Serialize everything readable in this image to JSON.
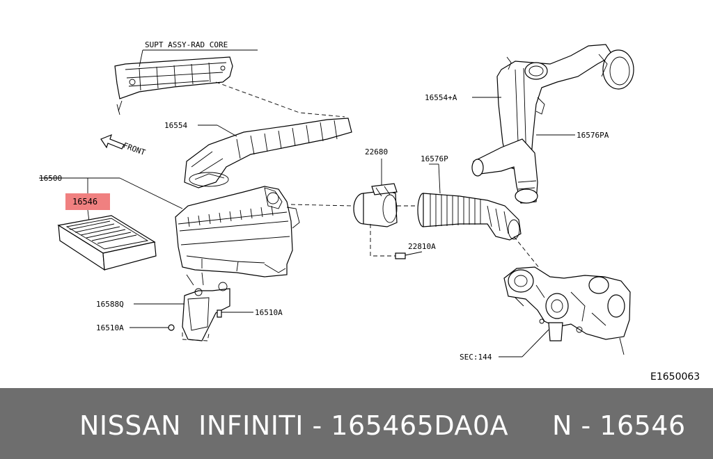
{
  "diagram": {
    "ref_code": "E1650063",
    "highlight_color": "#f08080",
    "labels": {
      "supt": "SUPT ASSY-RAD CORE",
      "front": "FRONT",
      "p16554": "16554",
      "p16500": "16500",
      "p16546": "16546",
      "p22680": "22680",
      "p16576p": "16576P",
      "p22810a": "22810A",
      "p16554a": "16554+A",
      "p16576pa": "16576PA",
      "p16588q": "16588Q",
      "p16510a_right": "16510A",
      "p16510a_left": "16510A",
      "sec144": "SEC:144"
    }
  },
  "footer": {
    "text": "NISSAN  INFINITI - 165465DA0A     N - 16546"
  }
}
